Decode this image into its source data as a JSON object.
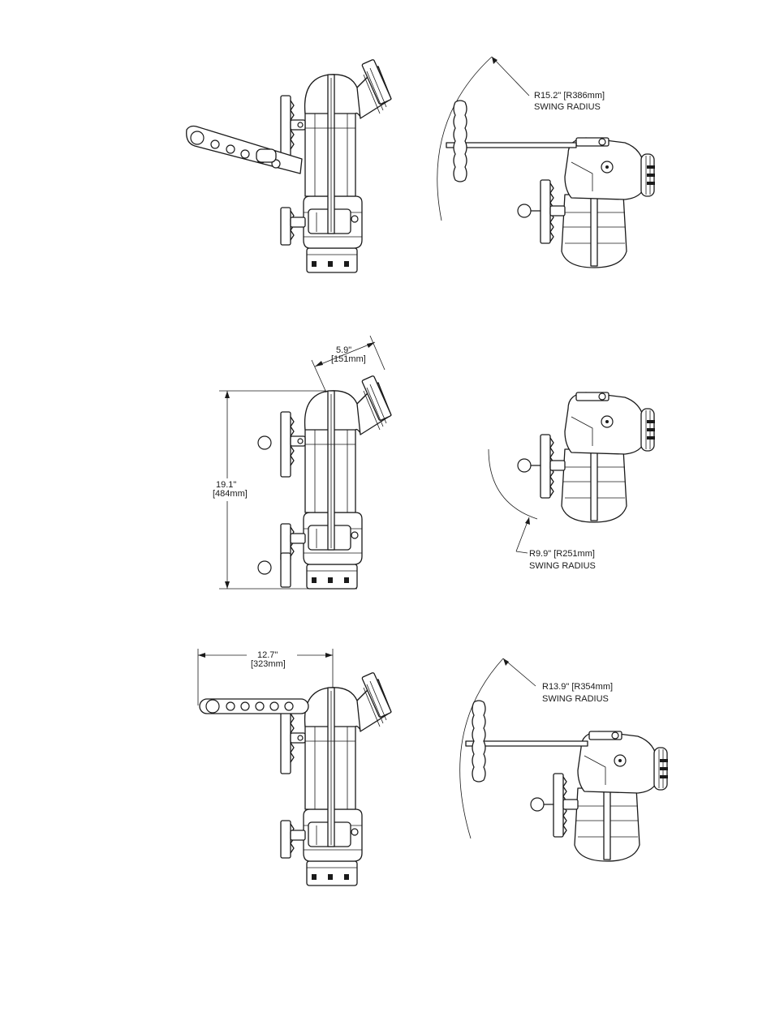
{
  "views": [
    {
      "id": "view-1",
      "swing_radius": {
        "value": "R15.2\" [R386mm]",
        "caption": "SWING RADIUS"
      }
    },
    {
      "id": "view-2",
      "side_offset": {
        "value": "5.9\"",
        "metric": "[151mm]"
      },
      "height": {
        "value": "19.1\"",
        "metric": "[484mm]"
      },
      "swing_radius": {
        "value": "R9.9\" [R251mm]",
        "caption": "SWING RADIUS"
      }
    },
    {
      "id": "view-3",
      "handle_length": {
        "value": "12.7\"",
        "metric": "[323mm]"
      },
      "swing_radius": {
        "value": "R13.9\" [R354mm]",
        "caption": "SWING RADIUS"
      }
    }
  ],
  "colors": {
    "line": "#1a1a1a",
    "paper": "#ffffff"
  }
}
